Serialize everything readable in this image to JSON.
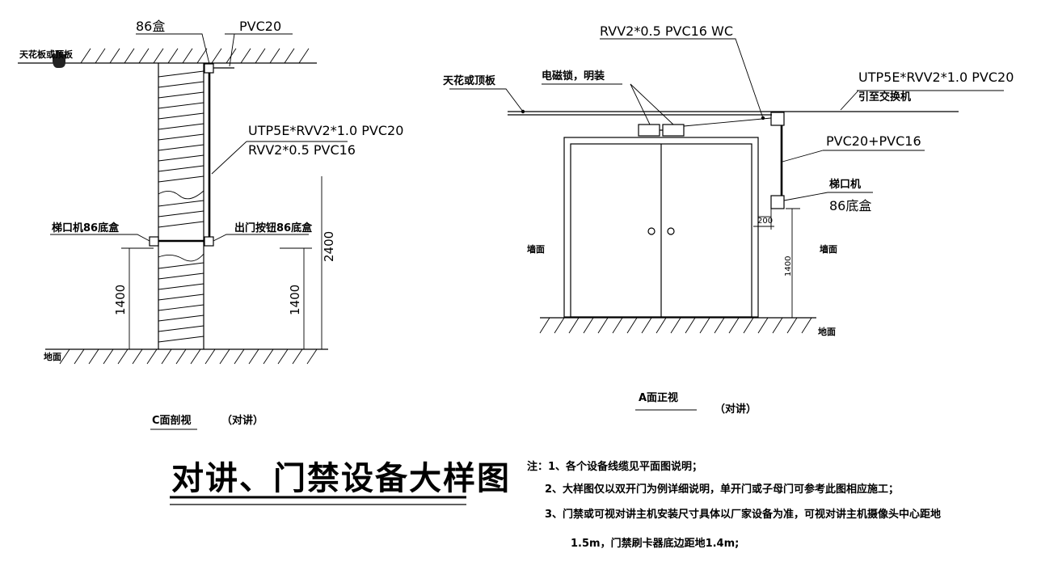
{
  "section_c": {
    "box_86": "86盒",
    "pvc20": "PVC20",
    "ceiling": "天花板或顶板",
    "cable_1": "UTP5E*RVV2*1.0 PVC20",
    "cable_2": "RVV2*0.5 PVC16",
    "stair_box": "梯口机86底盒",
    "exit_box": "出门按钮86底盒",
    "dim_2400": "2400",
    "dim_1400_left": "1400",
    "dim_1400_right": "1400",
    "floor": "地面",
    "view_title": "C面剖视",
    "view_sub": "（对讲）"
  },
  "elevation_a": {
    "cable_top": "RVV2*0.5 PVC16 WC",
    "ceiling": "天花或顶板",
    "lock": "电磁锁，明装",
    "cable_right_1": "UTP5E*RVV2*1.0 PVC20",
    "cable_right_2": "引至交换机",
    "pvc_combo": "PVC20+PVC16",
    "stair_unit": "梯口机",
    "box_86": "86底盒",
    "dim_200": "200",
    "dim_1400": "1400",
    "wall_left": "墙面",
    "wall_right": "墙面",
    "floor": "地面",
    "view_title": "A面正视",
    "view_sub": "（对讲）"
  },
  "main_title": "对讲、门禁设备大样图",
  "notes": {
    "line1": "注：1、各个设备线缆见平面图说明；",
    "line2": "2、大样图仅以双开门为例详细说明，单开门或子母门可参考此图相应施工；",
    "line3": "3、门禁或可视对讲主机安装尺寸具体以厂家设备为准，可视对讲主机摄像头中心距地",
    "line4": "1.5m，门禁刷卡器底边距地1.4m;"
  },
  "icons": {
    "hand": "hand-cursor-icon"
  }
}
